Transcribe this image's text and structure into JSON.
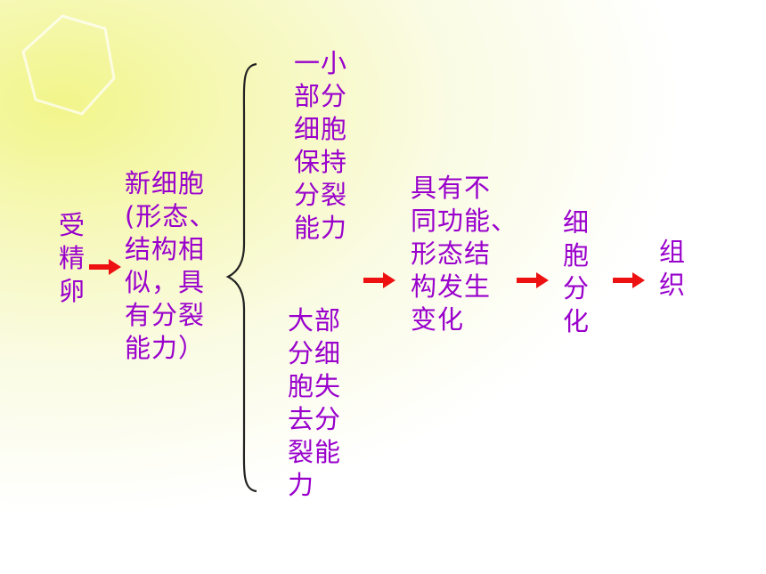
{
  "nodes": {
    "fertilized_egg": "受\n精\n卵",
    "new_cell": "新细胞\n(形态、\n结构相\n似，具\n有分裂\n能力）",
    "keep_divide": "一小\n部分\n细胞\n保持\n分裂\n能力",
    "lose_divide": "大部\n分细\n胞失\n去分\n裂能\n力",
    "change": "具有不\n同功能、\n形态结\n构发生\n变化",
    "differentiation": "细\n胞\n分\n化",
    "tissue": "组\n织"
  },
  "colors": {
    "text": "#9900cc",
    "arrow": "#ee1111",
    "brace": "#222222"
  }
}
